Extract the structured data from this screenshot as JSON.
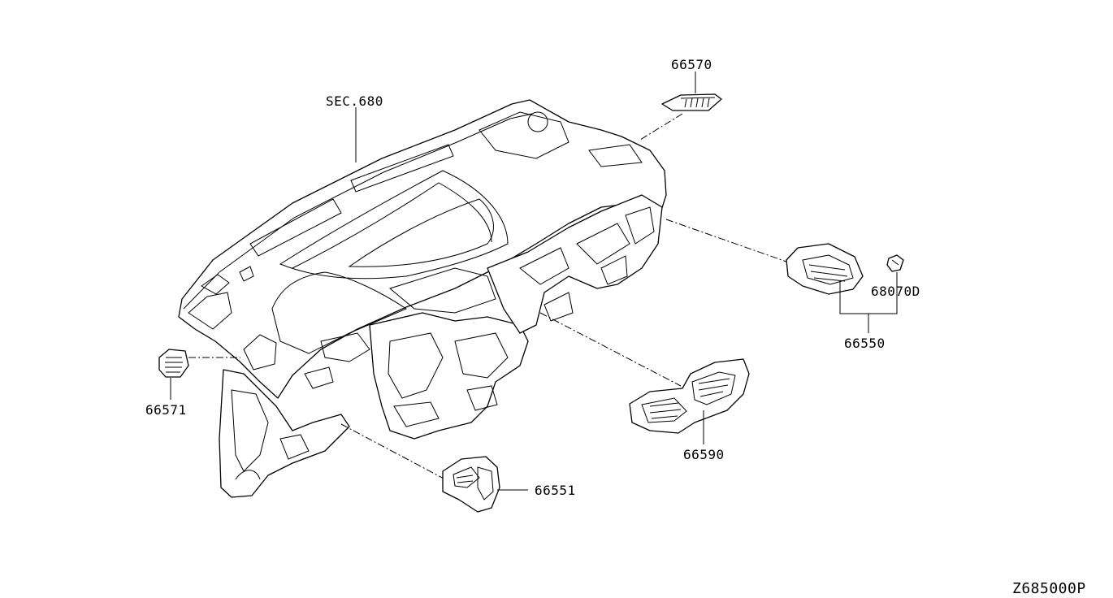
{
  "diagram": {
    "colors": {
      "line": "#000000",
      "background": "#ffffff"
    },
    "labels": {
      "vent_top_center": "66570",
      "section_ref": "SEC.680",
      "vent_right_side": "66550",
      "clip": "68070D",
      "vent_center": "66590",
      "vent_left_side": "66571",
      "vent_left_lower": "66551"
    },
    "diagram_code": "Z685000P"
  }
}
